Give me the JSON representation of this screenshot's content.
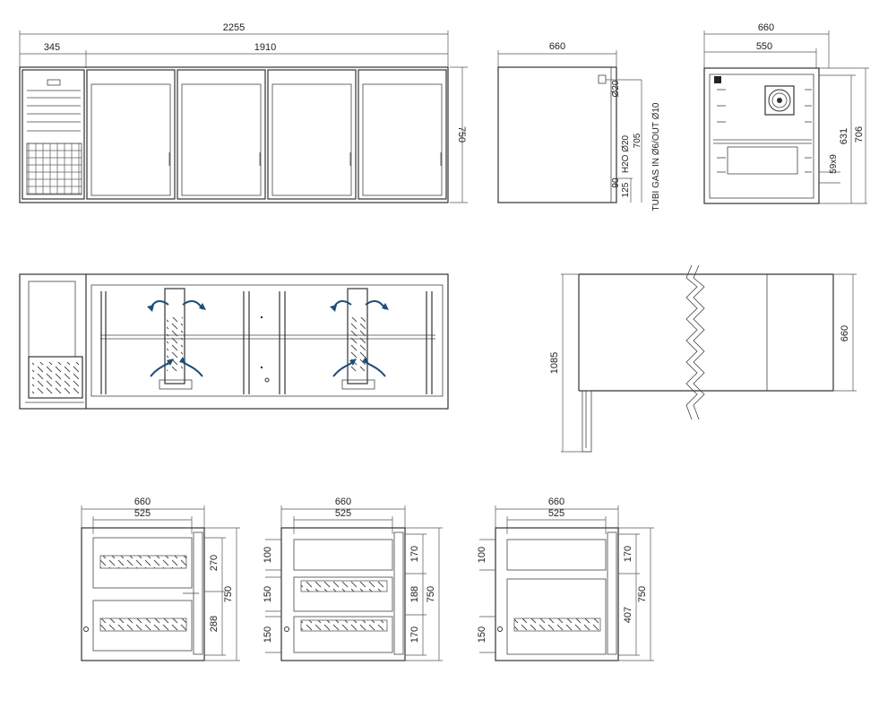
{
  "colors": {
    "line": "#333333",
    "airflow_arrow": "#1f4e79",
    "background": "#ffffff"
  },
  "front_view": {
    "total_width": "2255",
    "unit_width": "345",
    "door_width": "1910",
    "height": "750"
  },
  "side_view": {
    "depth": "660",
    "height": "705",
    "water": "H2O Ø20",
    "gas": "TUBI GAS IN Ø6/OUT Ø10",
    "d1": "125",
    "d2": "90",
    "d3": "Ø20"
  },
  "section_view": {
    "depth_total": "660",
    "depth_inner": "550",
    "h1": "631",
    "h2": "706",
    "grid": "59x9"
  },
  "top_view": {
    "length": "1085",
    "depth": "660"
  },
  "drawer_views": [
    {
      "outer": "660",
      "inner": "525",
      "height": "750",
      "right_1": "270",
      "right_2": "288",
      "left_1": "",
      "left_2": "",
      "left_3": ""
    },
    {
      "outer": "660",
      "inner": "525",
      "height": "750",
      "right_1": "170",
      "right_2": "188",
      "right_3": "170",
      "left_1": "100",
      "left_2": "150",
      "left_3": "150"
    },
    {
      "outer": "660",
      "inner": "525",
      "height": "750",
      "right_1": "170",
      "right_2": "407",
      "left_1": "100",
      "left_3": "150"
    }
  ]
}
